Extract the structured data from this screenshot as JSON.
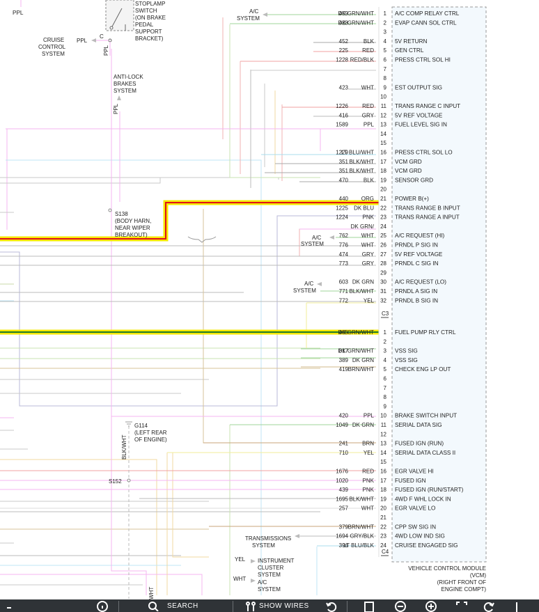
{
  "top_labels": {
    "ppl_top": "PPL",
    "stoplamp_switch": [
      "STOPLAMP",
      "SWITCH",
      "(ON BRAKE",
      "PEDAL",
      "SUPPORT",
      "BRACKET)"
    ],
    "switch_c": "C",
    "switch_ppl_left": "PPL",
    "switch_ppl_vert": "PPL",
    "cruise_control": [
      "CRUISE",
      "CONTROL",
      "SYSTEM"
    ],
    "anti_lock": [
      "ANTI-LOCK",
      "BRAKES",
      "SYSTEM"
    ],
    "anti_lock_ppl": "PPL",
    "ac_system_top": [
      "A/C",
      "SYSTEM"
    ]
  },
  "splices": {
    "s138": [
      "S138",
      "(BODY HARN,",
      "NEAR WIPER",
      "BREAKOUT)"
    ],
    "g114": [
      "G114",
      "(LEFT REAR",
      "OF ENGINE)"
    ],
    "g114_wire": "BLK/WHT",
    "s152": "S152",
    "bottom_wire": "WHT"
  },
  "system_callouts": {
    "ac_25": [
      "A/C",
      "SYSTEM"
    ],
    "ac_30": [
      "A/C",
      "SYSTEM"
    ],
    "transmissions": [
      "TRANSMISSIONS",
      "SYSTEM"
    ],
    "instrument_cluster": [
      "INSTRUMENT",
      "CLUSTER",
      "SYSTEM"
    ],
    "instrument_wire": "YEL",
    "ac_bottom": [
      "A/C",
      "SYSTEM"
    ],
    "ac_bottom_wire": "WHT"
  },
  "connector_c3": {
    "label": "C3",
    "pins": [
      {
        "pin": "1",
        "circuit": "459",
        "color": "DK GRN/WHT",
        "function": "A/C COMP RELAY CTRL"
      },
      {
        "pin": "2",
        "circuit": "428",
        "color": "DK GRN/WHT",
        "function": "EVAP CANN SOL CTRL"
      },
      {
        "pin": "3",
        "circuit": "",
        "color": "",
        "function": ""
      },
      {
        "pin": "4",
        "circuit": "452",
        "color": "BLK",
        "function": "5V RETURN"
      },
      {
        "pin": "5",
        "circuit": "225",
        "color": "RED",
        "function": "GEN CTRL"
      },
      {
        "pin": "6",
        "circuit": "1228",
        "color": "RED/BLK",
        "function": "PRESS CTRL SOL HI"
      },
      {
        "pin": "7",
        "circuit": "",
        "color": "",
        "function": ""
      },
      {
        "pin": "8",
        "circuit": "",
        "color": "",
        "function": ""
      },
      {
        "pin": "9",
        "circuit": "423",
        "color": "WHT",
        "function": "EST OUTPUT SIG"
      },
      {
        "pin": "10",
        "circuit": "",
        "color": "",
        "function": ""
      },
      {
        "pin": "11",
        "circuit": "1226",
        "color": "RED",
        "function": "TRANS RANGE C INPUT"
      },
      {
        "pin": "12",
        "circuit": "416",
        "color": "GRY",
        "function": "5V REF VOLTAGE"
      },
      {
        "pin": "13",
        "circuit": "1589",
        "color": "PPL",
        "function": "FUEL LEVEL SIG IN"
      },
      {
        "pin": "14",
        "circuit": "",
        "color": "",
        "function": ""
      },
      {
        "pin": "15",
        "circuit": "",
        "color": "",
        "function": ""
      },
      {
        "pin": "16",
        "circuit": "1229",
        "color": "LT BLU/WHT",
        "function": "PRESS CTRL SOL LO"
      },
      {
        "pin": "17",
        "circuit": "351",
        "color": "BLK/WHT",
        "function": "VCM GRD"
      },
      {
        "pin": "18",
        "circuit": "351",
        "color": "BLK/WHT",
        "function": "VCM GRD"
      },
      {
        "pin": "19",
        "circuit": "470",
        "color": "BLK",
        "function": "SENSOR GRD"
      },
      {
        "pin": "20",
        "circuit": "",
        "color": "",
        "function": ""
      },
      {
        "pin": "21",
        "circuit": "440",
        "color": "ORG",
        "function": "POWER B(+)"
      },
      {
        "pin": "22",
        "circuit": "1225",
        "color": "DK BLU",
        "function": "TRANS RANGE B INPUT"
      },
      {
        "pin": "23",
        "circuit": "1224",
        "color": "PNK",
        "function": "TRANS RANGE A INPUT"
      },
      {
        "pin": "24",
        "circuit": "",
        "color": "DK GRN/",
        "function": ""
      },
      {
        "pin": "25",
        "circuit": "762",
        "color": "WHT",
        "function": "A/C REQUEST (HI)"
      },
      {
        "pin": "26",
        "circuit": "776",
        "color": "WHT",
        "function": "PRNDL P SIG IN"
      },
      {
        "pin": "27",
        "circuit": "474",
        "color": "GRY",
        "function": "5V REF VOLTAGE"
      },
      {
        "pin": "28",
        "circuit": "773",
        "color": "GRY",
        "function": "PRNDL C SIG IN"
      },
      {
        "pin": "29",
        "circuit": "",
        "color": "",
        "function": ""
      },
      {
        "pin": "30",
        "circuit": "603",
        "color": "DK GRN",
        "function": "A/C REQUEST (LO)"
      },
      {
        "pin": "31",
        "circuit": "771",
        "color": "BLK/WHT",
        "function": "PRNDL A SIG IN"
      },
      {
        "pin": "32",
        "circuit": "772",
        "color": "YEL",
        "function": "PRNDL B SIG IN"
      }
    ]
  },
  "connector_c4": {
    "label": "C4",
    "pins": [
      {
        "pin": "1",
        "circuit": "465",
        "color": "DK GRN/WHT",
        "function": "FUEL PUMP RLY CTRL"
      },
      {
        "pin": "2",
        "circuit": "",
        "color": "",
        "function": ""
      },
      {
        "pin": "3",
        "circuit": "817",
        "color": "DK GRN/WHT",
        "function": "VSS SIG"
      },
      {
        "pin": "4",
        "circuit": "389",
        "color": "DK GRN",
        "function": "VSS SIG"
      },
      {
        "pin": "5",
        "circuit": "419",
        "color": "BRN/WHT",
        "function": "CHECK ENG LP OUT"
      },
      {
        "pin": "6",
        "circuit": "",
        "color": "",
        "function": ""
      },
      {
        "pin": "7",
        "circuit": "",
        "color": "",
        "function": ""
      },
      {
        "pin": "8",
        "circuit": "",
        "color": "",
        "function": ""
      },
      {
        "pin": "9",
        "circuit": "",
        "color": "",
        "function": ""
      },
      {
        "pin": "10",
        "circuit": "420",
        "color": "PPL",
        "function": "BRAKE SWITCH INPUT"
      },
      {
        "pin": "11",
        "circuit": "1049",
        "color": "DK GRN",
        "function": "SERIAL DATA SIG"
      },
      {
        "pin": "12",
        "circuit": "",
        "color": "",
        "function": ""
      },
      {
        "pin": "13",
        "circuit": "241",
        "color": "BRN",
        "function": "FUSED IGN (RUN)"
      },
      {
        "pin": "14",
        "circuit": "710",
        "color": "YEL",
        "function": "SERIAL DATA CLASS II"
      },
      {
        "pin": "15",
        "circuit": "",
        "color": "",
        "function": ""
      },
      {
        "pin": "16",
        "circuit": "1676",
        "color": "RED",
        "function": "EGR VALVE HI"
      },
      {
        "pin": "17",
        "circuit": "1020",
        "color": "PNK",
        "function": "FUSED IGN"
      },
      {
        "pin": "18",
        "circuit": "439",
        "color": "PNK",
        "function": "FUSED IGN (RUN/START)"
      },
      {
        "pin": "19",
        "circuit": "1695",
        "color": "BLK/WHT",
        "function": "4WD F WHL LOCK IN"
      },
      {
        "pin": "20",
        "circuit": "257",
        "color": "WHT",
        "function": "EGR VALVE LO"
      },
      {
        "pin": "21",
        "circuit": "",
        "color": "",
        "function": ""
      },
      {
        "pin": "22",
        "circuit": "379",
        "color": "BRN/WHT",
        "function": "CPP SW SIG IN"
      },
      {
        "pin": "23",
        "circuit": "1694",
        "color": "GRY/BLK",
        "function": "4WD LOW IND SIG"
      },
      {
        "pin": "24",
        "circuit": "396",
        "color": "LT BLU/BLK",
        "function": "CRUISE ENGAGED SIG"
      }
    ]
  },
  "module": [
    "VEHICLE CONTROL MODULE",
    "(VCM)",
    "(RIGHT FRONT OF",
    "ENGINE COMPT)"
  ],
  "highlight": {
    "power_color": "#f5e800",
    "power_core": "#e0101a",
    "fuel_color": "#f5e800",
    "fuel_core": "#1e7a2a"
  },
  "toolbar": {
    "search_label": "SEARCH",
    "show_wires_label": "SHOW WIRES",
    "icons": [
      "info-icon",
      "search-icon",
      "show-wires-icon",
      "undo-icon",
      "page-icon",
      "zoom-out-icon",
      "zoom-in-icon",
      "fullscreen-icon",
      "redo-icon"
    ]
  }
}
